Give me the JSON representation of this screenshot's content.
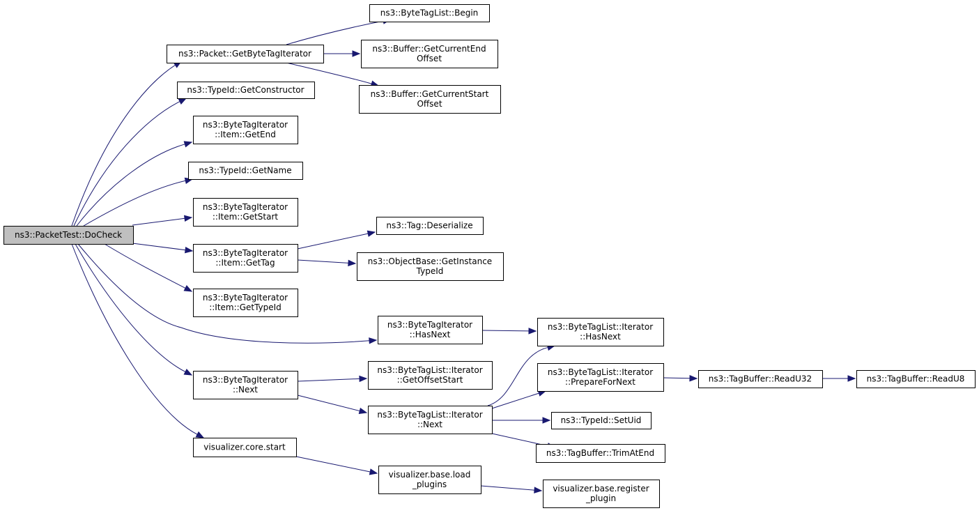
{
  "graph": {
    "type": "call-graph",
    "colors": {
      "edge": "#191970",
      "root_fill": "#bfbfbf",
      "node_fill": "#ffffff",
      "node_border": "#000000"
    },
    "nodes": [
      {
        "id": "docheck",
        "lines": [
          "ns3::PacketTest::DoCheck"
        ],
        "root": true
      },
      {
        "id": "getbytetagiterator",
        "lines": [
          "ns3::Packet::GetByteTagIterator"
        ]
      },
      {
        "id": "getconstructor",
        "lines": [
          "ns3::TypeId::GetConstructor"
        ]
      },
      {
        "id": "item-getend",
        "lines": [
          "ns3::ByteTagIterator",
          "::Item::GetEnd"
        ]
      },
      {
        "id": "getname",
        "lines": [
          "ns3::TypeId::GetName"
        ]
      },
      {
        "id": "item-getstart",
        "lines": [
          "ns3::ByteTagIterator",
          "::Item::GetStart"
        ]
      },
      {
        "id": "item-gettag",
        "lines": [
          "ns3::ByteTagIterator",
          "::Item::GetTag"
        ]
      },
      {
        "id": "item-gettypeid",
        "lines": [
          "ns3::ByteTagIterator",
          "::Item::GetTypeId"
        ]
      },
      {
        "id": "hasnext",
        "lines": [
          "ns3::ByteTagIterator",
          "::HasNext"
        ]
      },
      {
        "id": "next",
        "lines": [
          "ns3::ByteTagIterator",
          "::Next"
        ]
      },
      {
        "id": "core-start",
        "lines": [
          "visualizer.core.start"
        ]
      },
      {
        "id": "taglist-begin",
        "lines": [
          "ns3::ByteTagList::Begin"
        ]
      },
      {
        "id": "getcurrentendoffset",
        "lines": [
          "ns3::Buffer::GetCurrentEnd",
          "Offset"
        ]
      },
      {
        "id": "getcurrentstartoffset",
        "lines": [
          "ns3::Buffer::GetCurrentStart",
          "Offset"
        ]
      },
      {
        "id": "tag-deserialize",
        "lines": [
          "ns3::Tag::Deserialize"
        ]
      },
      {
        "id": "getinstancetypeid",
        "lines": [
          "ns3::ObjectBase::GetInstance",
          "TypeId"
        ]
      },
      {
        "id": "iter-hasnext",
        "lines": [
          "ns3::ByteTagList::Iterator",
          "::HasNext"
        ]
      },
      {
        "id": "getoffsetstart",
        "lines": [
          "ns3::ByteTagList::Iterator",
          "::GetOffsetStart"
        ]
      },
      {
        "id": "iter-next",
        "lines": [
          "ns3::ByteTagList::Iterator",
          "::Next"
        ]
      },
      {
        "id": "load-plugins",
        "lines": [
          "visualizer.base.load",
          "_plugins"
        ]
      },
      {
        "id": "prepare-for-next",
        "lines": [
          "ns3::ByteTagList::Iterator",
          "::PrepareForNext"
        ]
      },
      {
        "id": "setuid",
        "lines": [
          "ns3::TypeId::SetUid"
        ]
      },
      {
        "id": "trimatend",
        "lines": [
          "ns3::TagBuffer::TrimAtEnd"
        ]
      },
      {
        "id": "register-plugin",
        "lines": [
          "visualizer.base.register",
          "_plugin"
        ]
      },
      {
        "id": "readu32",
        "lines": [
          "ns3::TagBuffer::ReadU32"
        ]
      },
      {
        "id": "readu8",
        "lines": [
          "ns3::TagBuffer::ReadU8"
        ]
      }
    ],
    "edges": [
      [
        "docheck",
        "getbytetagiterator"
      ],
      [
        "docheck",
        "getconstructor"
      ],
      [
        "docheck",
        "item-getend"
      ],
      [
        "docheck",
        "getname"
      ],
      [
        "docheck",
        "item-getstart"
      ],
      [
        "docheck",
        "item-gettag"
      ],
      [
        "docheck",
        "item-gettypeid"
      ],
      [
        "docheck",
        "hasnext"
      ],
      [
        "docheck",
        "next"
      ],
      [
        "docheck",
        "core-start"
      ],
      [
        "getbytetagiterator",
        "taglist-begin"
      ],
      [
        "getbytetagiterator",
        "getcurrentendoffset"
      ],
      [
        "getbytetagiterator",
        "getcurrentstartoffset"
      ],
      [
        "item-gettag",
        "tag-deserialize"
      ],
      [
        "item-gettag",
        "getinstancetypeid"
      ],
      [
        "hasnext",
        "iter-hasnext"
      ],
      [
        "next",
        "getoffsetstart"
      ],
      [
        "next",
        "iter-next"
      ],
      [
        "iter-next",
        "iter-hasnext"
      ],
      [
        "iter-next",
        "prepare-for-next"
      ],
      [
        "iter-next",
        "setuid"
      ],
      [
        "iter-next",
        "trimatend"
      ],
      [
        "prepare-for-next",
        "readu32"
      ],
      [
        "readu32",
        "readu8"
      ],
      [
        "core-start",
        "load-plugins"
      ],
      [
        "load-plugins",
        "register-plugin"
      ]
    ]
  }
}
